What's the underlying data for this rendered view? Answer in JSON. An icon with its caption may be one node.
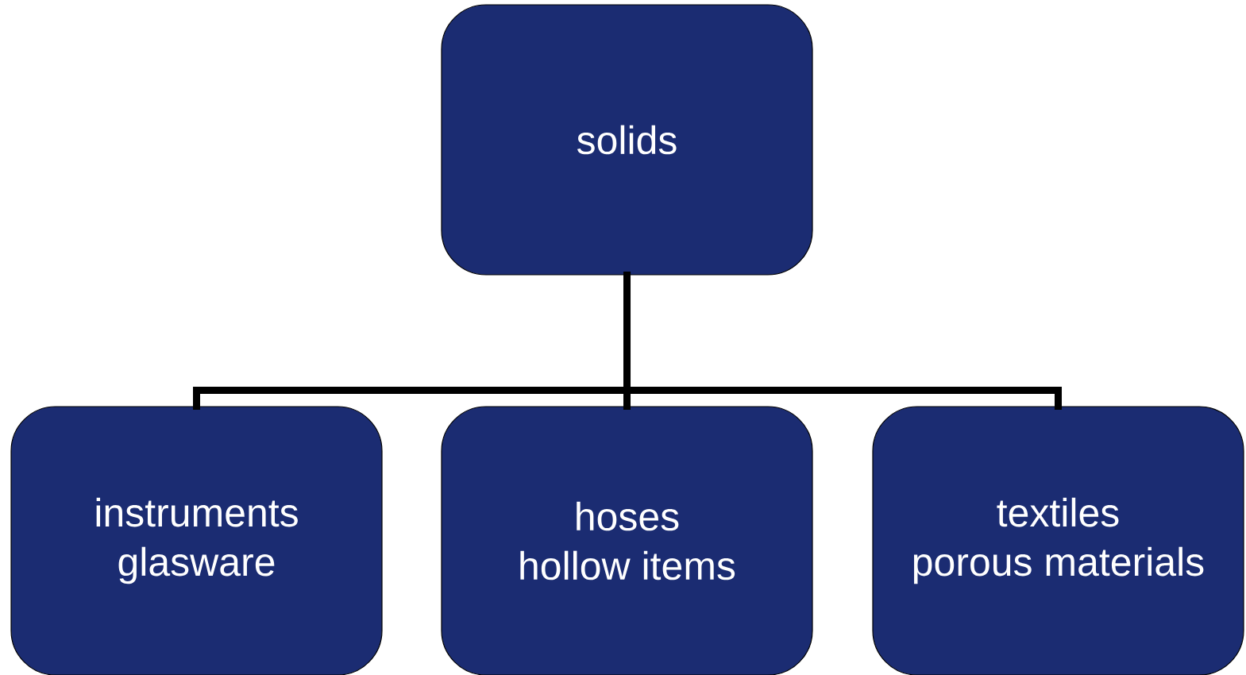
{
  "diagram": {
    "nodes": [
      {
        "text": [
          "solids"
        ]
      },
      {
        "text": [
          "instruments",
          "glasware"
        ]
      },
      {
        "text": [
          "hoses",
          "hollow items"
        ]
      },
      {
        "text": [
          "textiles",
          "porous materials"
        ]
      }
    ],
    "edges": [
      {
        "from": 0,
        "to": 1,
        "arrow": "none"
      },
      {
        "from": 0,
        "to": 2,
        "arrow": "none"
      },
      {
        "from": 0,
        "to": 3,
        "arrow": "none"
      }
    ]
  }
}
